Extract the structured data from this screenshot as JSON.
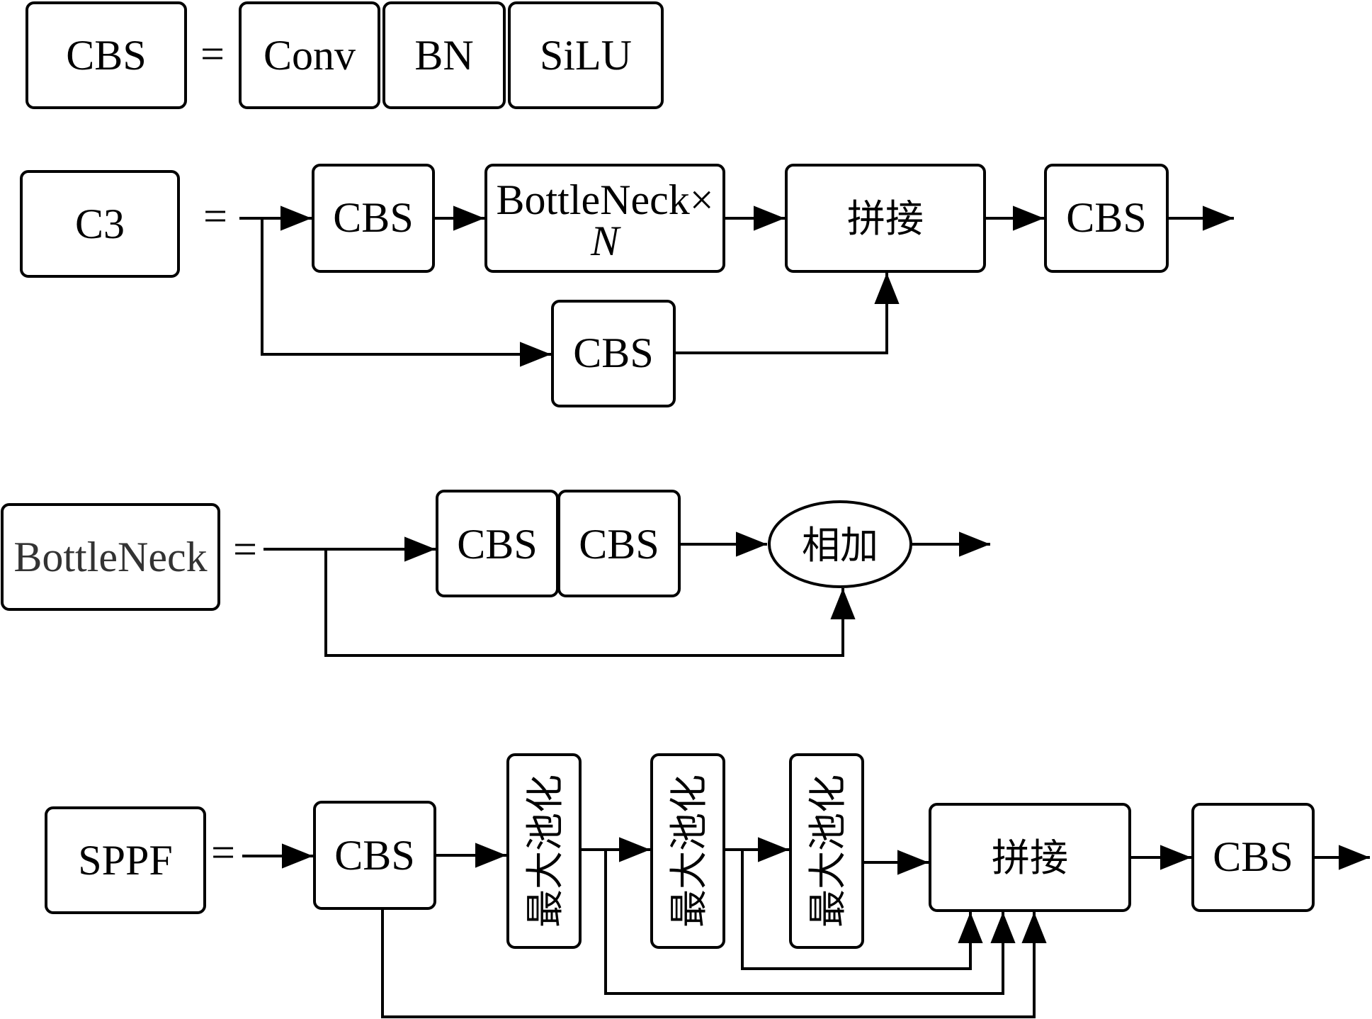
{
  "equals": "=",
  "cbs_def": {
    "name": "CBS",
    "parts": [
      "Conv",
      "BN",
      "SiLU"
    ]
  },
  "c3_def": {
    "name": "C3",
    "cbs_in": "CBS",
    "bottleneck_line1": "BottleNeck×",
    "bottleneck_line2": "N",
    "concat": "拼接",
    "cbs_out": "CBS",
    "cbs_branch": "CBS"
  },
  "bottleneck_def": {
    "name": "BottleNeck",
    "cbs_1": "CBS",
    "cbs_2": "CBS",
    "add": "相加"
  },
  "sppf_def": {
    "name": "SPPF",
    "cbs_in": "CBS",
    "maxpool_1": "最大池化",
    "maxpool_2": "最大池化",
    "maxpool_3": "最大池化",
    "concat": "拼接",
    "cbs_out": "CBS"
  }
}
